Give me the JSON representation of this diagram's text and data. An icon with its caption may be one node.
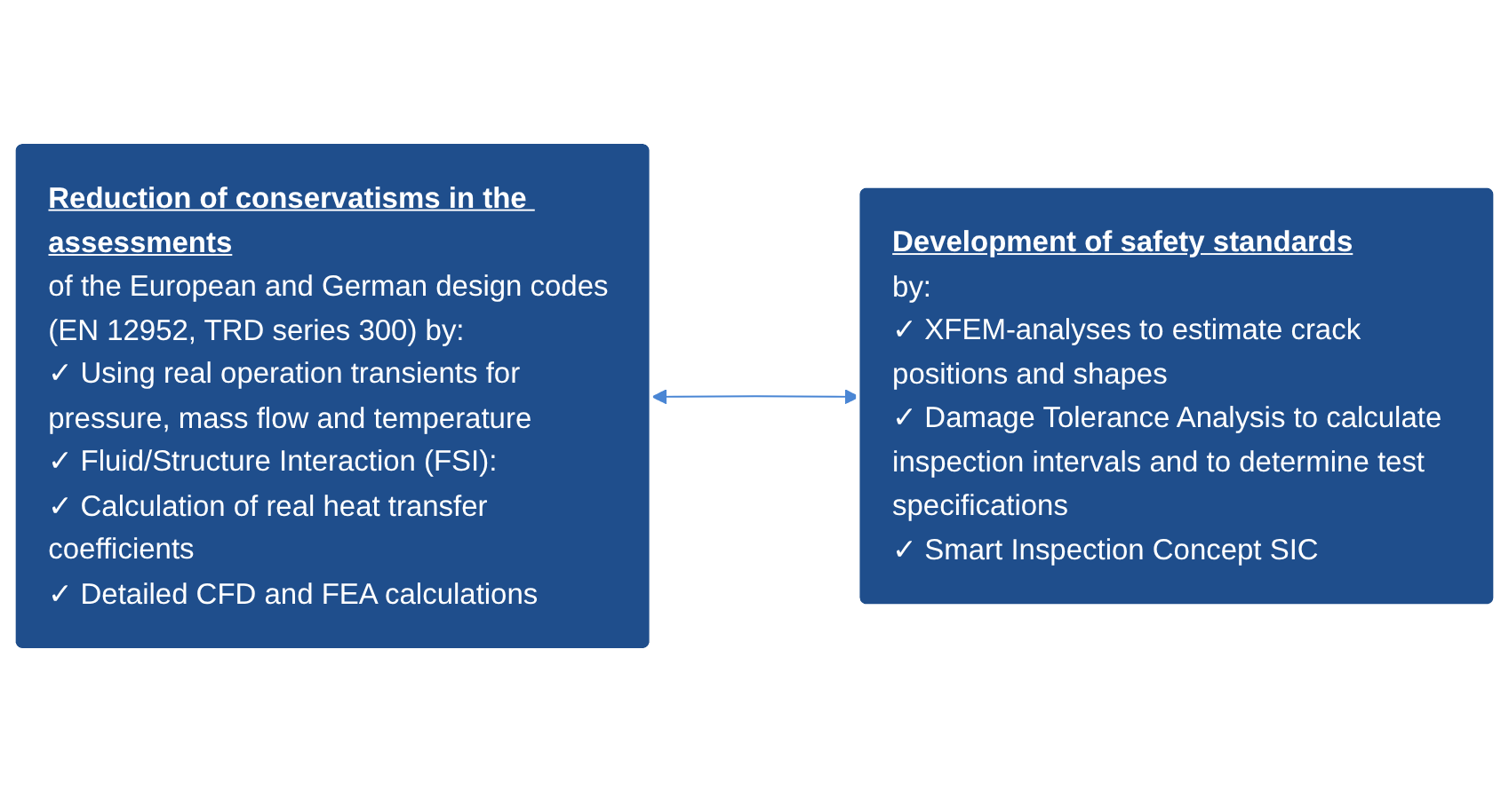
{
  "diagram": {
    "nodes": [
      {
        "text": [
          "Reduction of conservatisms in the assessments",
          "of the European and German design codes (EN 12952, TRD series 300) by:",
          "✓ Using real operation transients for pressure, mass flow and temperature",
          "✓ Fluid/Structure Interaction (FSI):",
          "✓ Calculation of real heat transfer coefficients",
          "✓ Detailed CFD and FEA calculations"
        ]
      },
      {
        "text": [
          "Development of safety standards",
          "by:",
          "✓ XFEM-analyses to estimate crack positions and shapes",
          "✓ Damage Tolerance Analysis to calculate inspection intervals and to determine test specifications",
          "✓ Smart Inspection Concept SIC"
        ]
      }
    ],
    "edges": [
      {
        "from": 0,
        "to": 1,
        "arrow": "both",
        "color": "#4a86d4"
      }
    ]
  }
}
